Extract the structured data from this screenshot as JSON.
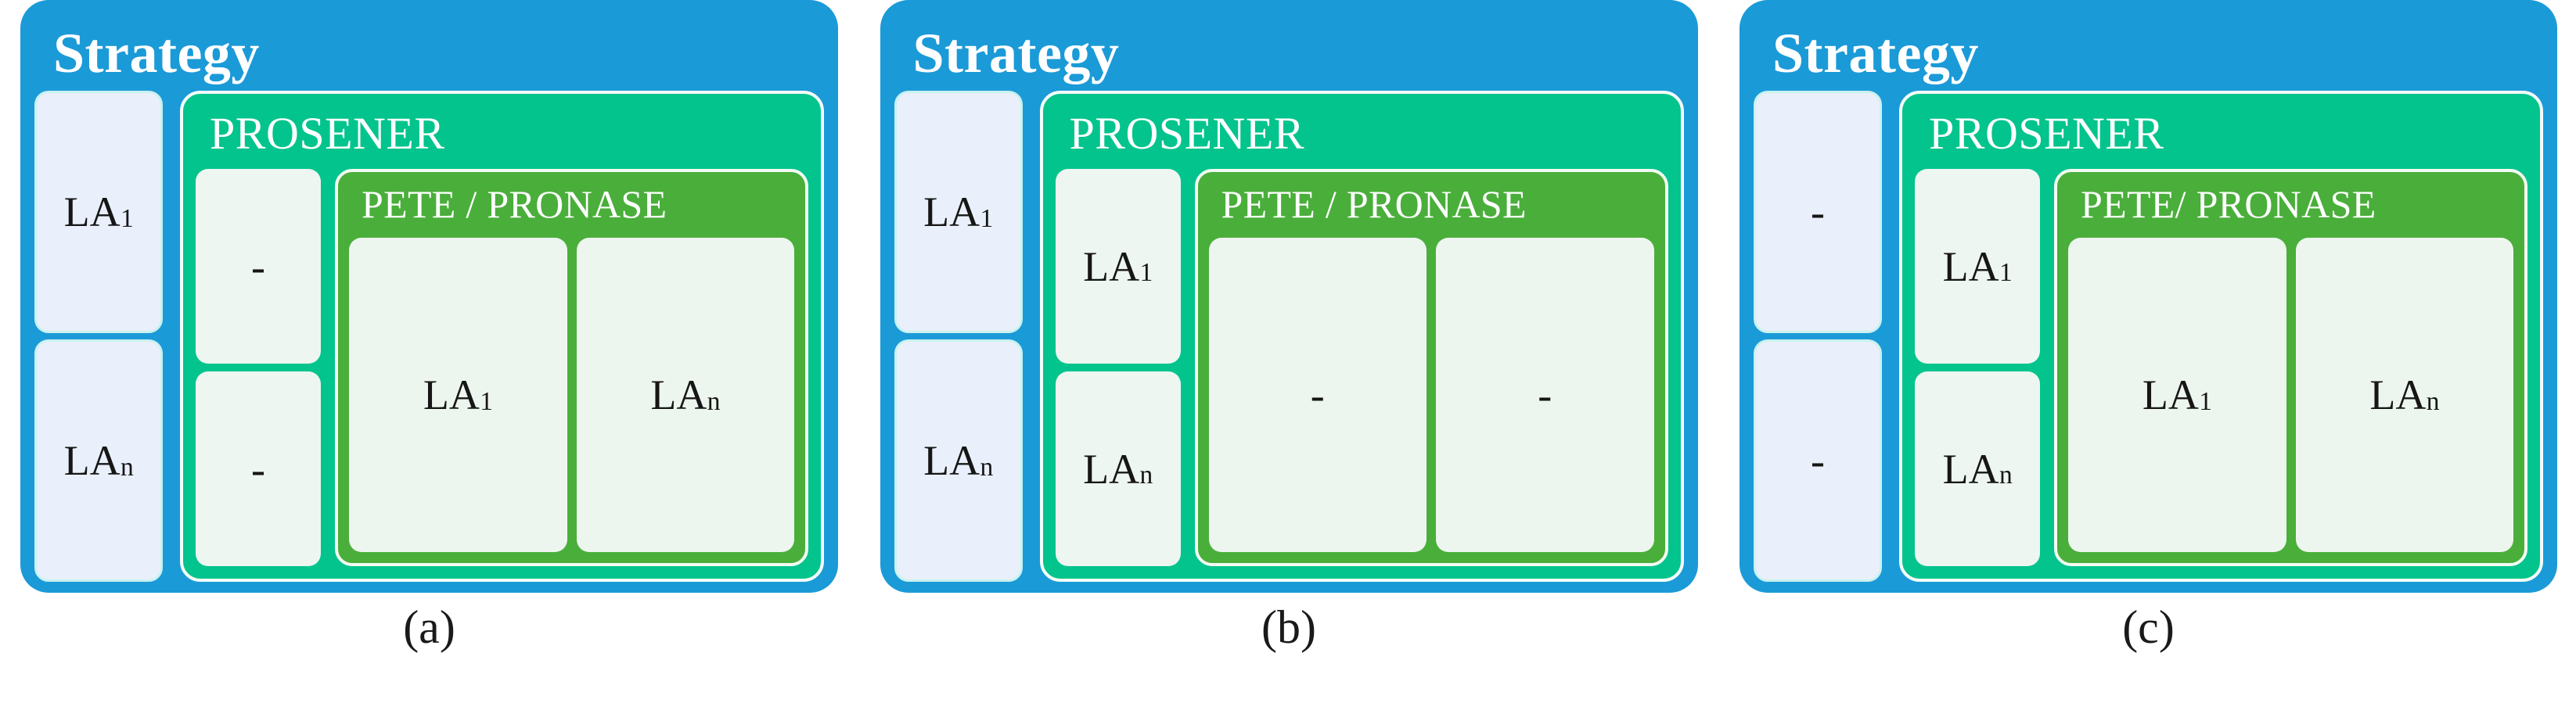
{
  "figure": {
    "panel_count": 3,
    "colors": {
      "strategy_blue": "#1b9ad8",
      "prosener_teal": "#03c48d",
      "pete_green": "#4aae3b",
      "chip_blue_fill": "#e9f0fb",
      "chip_mint_fill": "#edf6f0",
      "background": "#ffffff",
      "title_text": "#ffffff",
      "chip_text": "#161616"
    }
  },
  "panels": [
    {
      "id": "a",
      "caption": "(a)",
      "strategy_title": "Strategy",
      "outer_chips": [
        {
          "text": "LA",
          "sub": "1"
        },
        {
          "text": "LA",
          "sub": "n"
        }
      ],
      "prosener_title": "PROSENER",
      "prosener_chips": [
        {
          "text": "-",
          "sub": ""
        },
        {
          "text": "-",
          "sub": ""
        }
      ],
      "pete_title": "PETE / PRONASE",
      "pete_chips": [
        {
          "text": "LA",
          "sub": "1"
        },
        {
          "text": "LA",
          "sub": "n"
        }
      ]
    },
    {
      "id": "b",
      "caption": "(b)",
      "strategy_title": "Strategy",
      "outer_chips": [
        {
          "text": "LA",
          "sub": "1"
        },
        {
          "text": "LA",
          "sub": "n"
        }
      ],
      "prosener_title": "PROSENER",
      "prosener_chips": [
        {
          "text": "LA",
          "sub": "1"
        },
        {
          "text": "LA",
          "sub": "n"
        }
      ],
      "pete_title": "PETE / PRONASE",
      "pete_chips": [
        {
          "text": "-",
          "sub": ""
        },
        {
          "text": "-",
          "sub": ""
        }
      ]
    },
    {
      "id": "c",
      "caption": "(c)",
      "strategy_title": "Strategy",
      "outer_chips": [
        {
          "text": "-",
          "sub": ""
        },
        {
          "text": "-",
          "sub": ""
        }
      ],
      "prosener_title": "PROSENER",
      "prosener_chips": [
        {
          "text": "LA",
          "sub": "1"
        },
        {
          "text": "LA",
          "sub": "n"
        }
      ],
      "pete_title": "PETE/ PRONASE",
      "pete_chips": [
        {
          "text": "LA",
          "sub": "1"
        },
        {
          "text": "LA",
          "sub": "n"
        }
      ]
    }
  ]
}
